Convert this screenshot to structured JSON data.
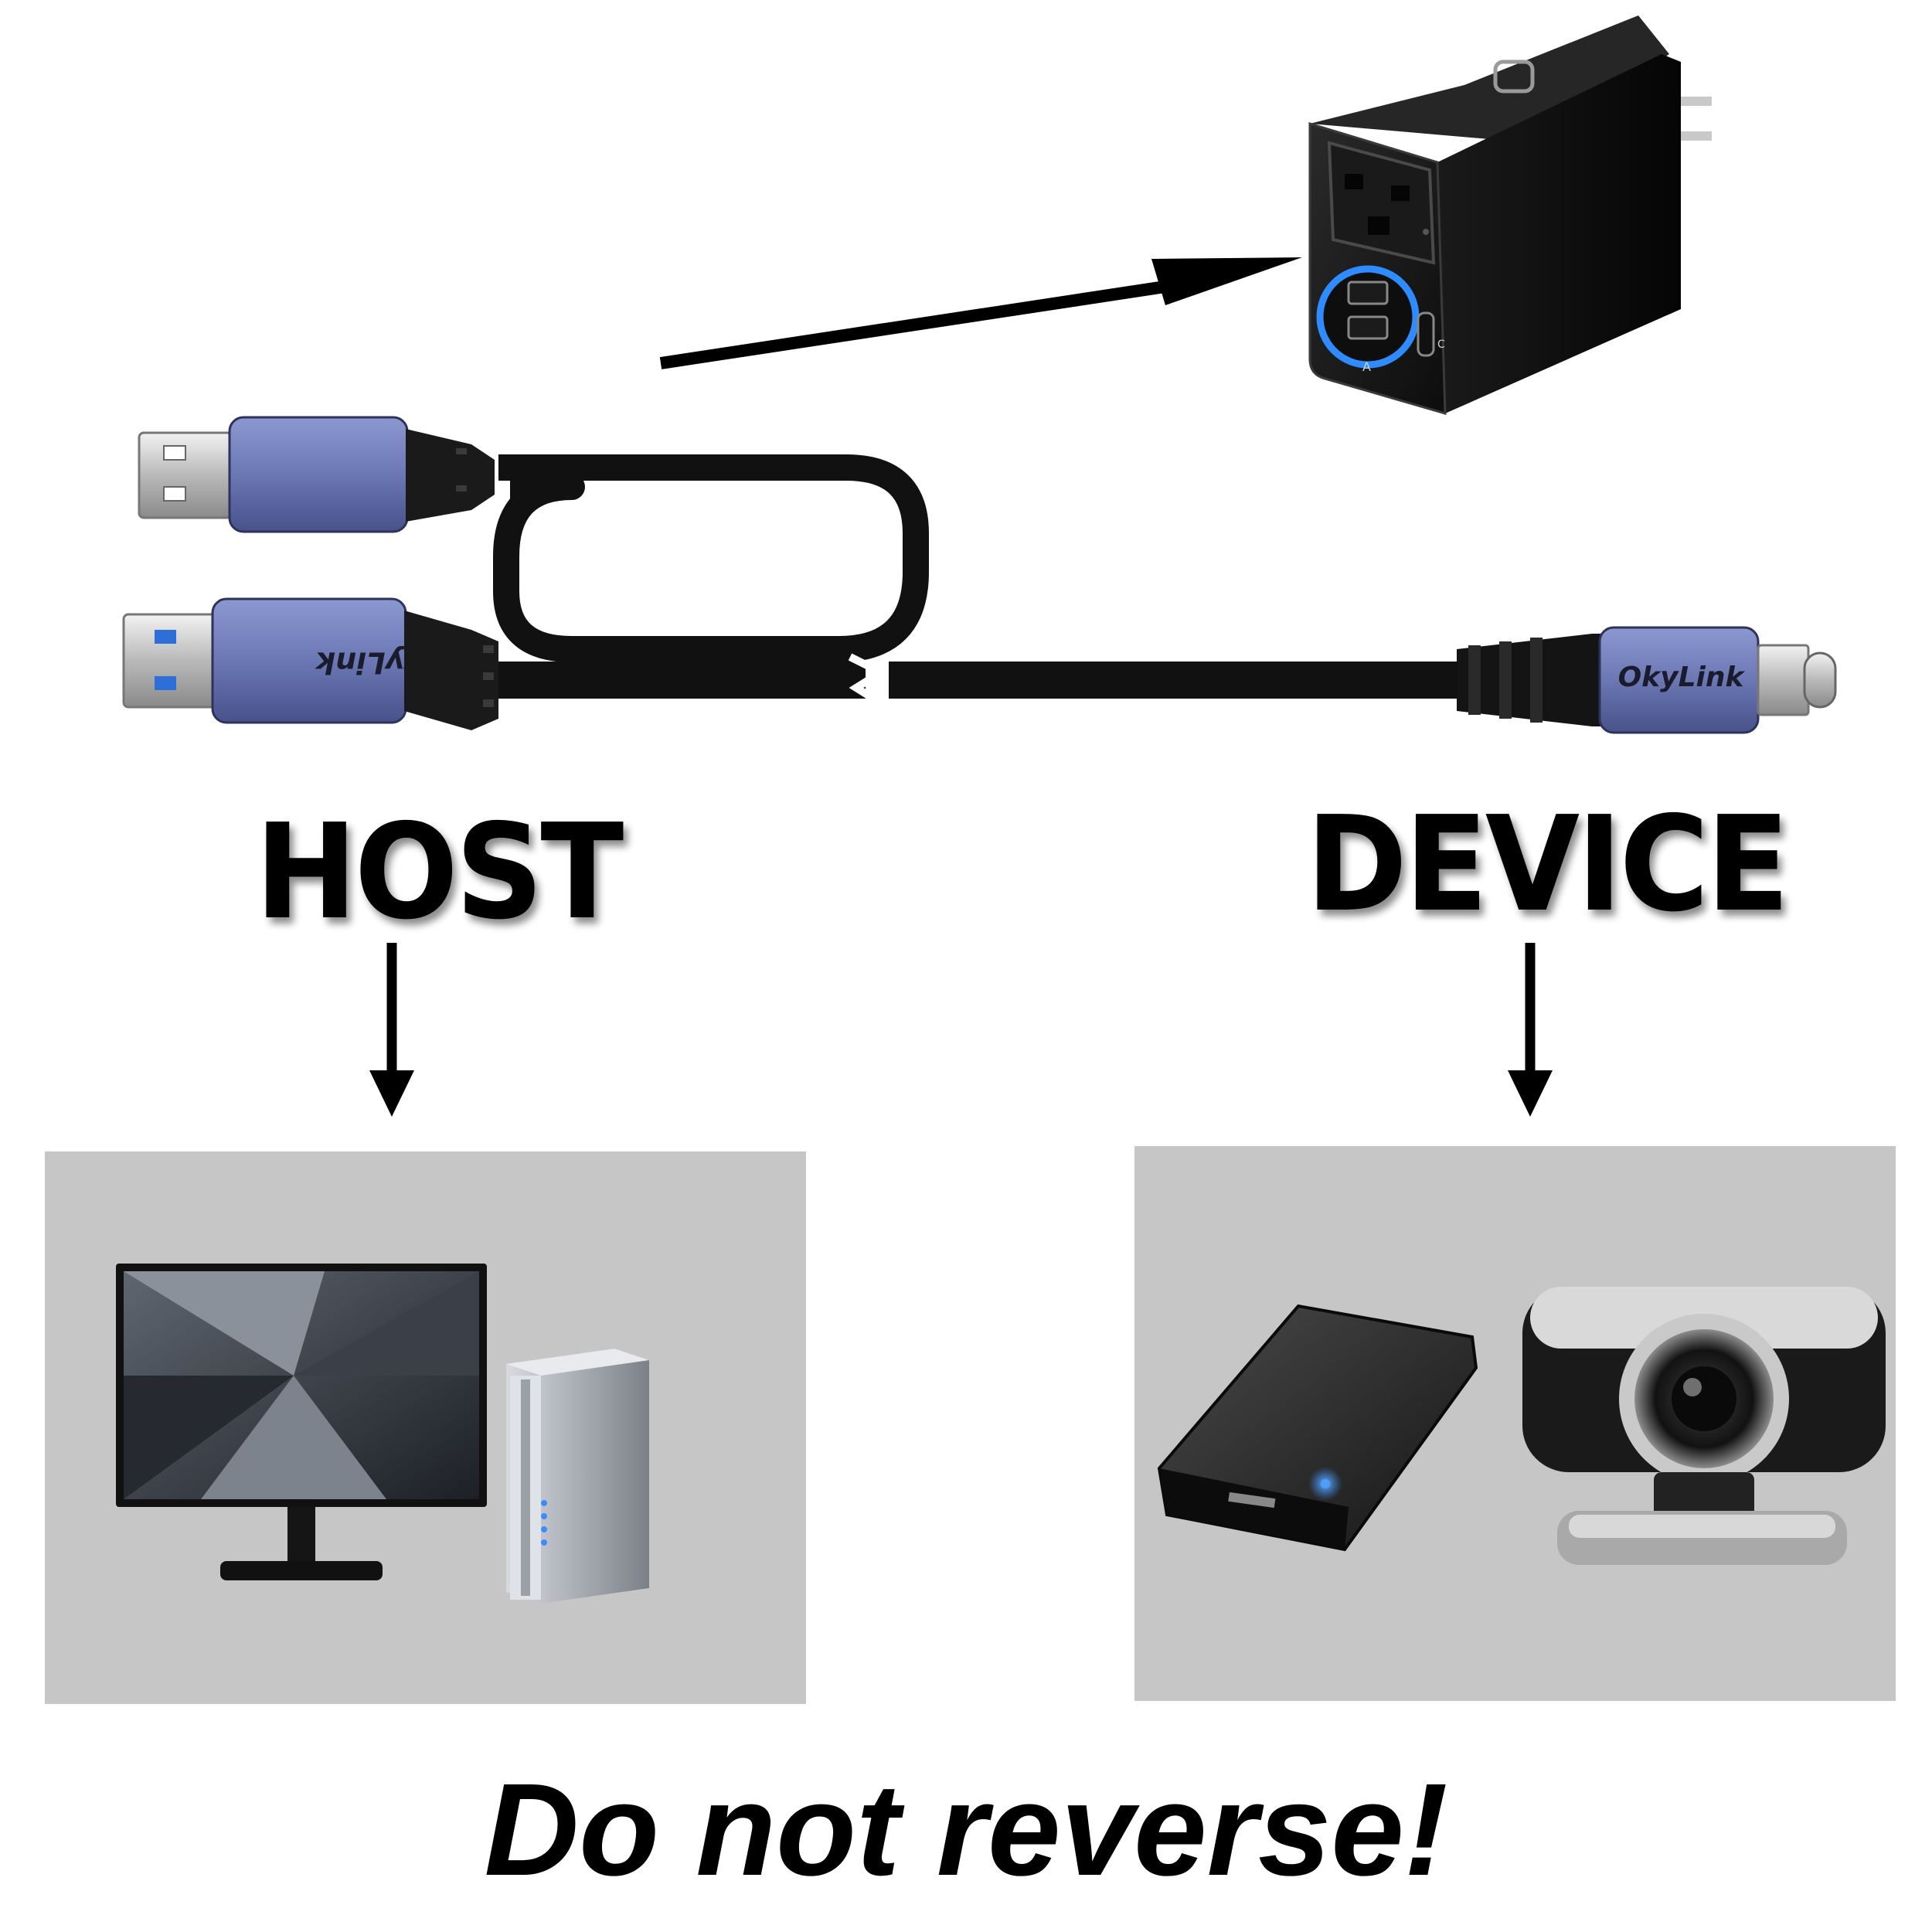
{
  "labels": {
    "host": "HOST",
    "device": "DEVICE",
    "warning": "Do not reverse!"
  },
  "cable": {
    "brand_left": "OkyLink",
    "brand_right": "OkyLink"
  },
  "charger": {
    "port_a_label": "A",
    "port_c_label": "C"
  },
  "colors": {
    "connector_blue": "#6b78b4",
    "cable_black": "#111111",
    "panel_gray": "#c6c6c6",
    "usb3_blue": "#2d6fd6",
    "led_ring": "#2f8cff"
  },
  "icons": {
    "arrow_to_charger": "arrow-right-icon",
    "arrow_host": "arrow-down-icon",
    "arrow_device": "arrow-down-icon"
  }
}
